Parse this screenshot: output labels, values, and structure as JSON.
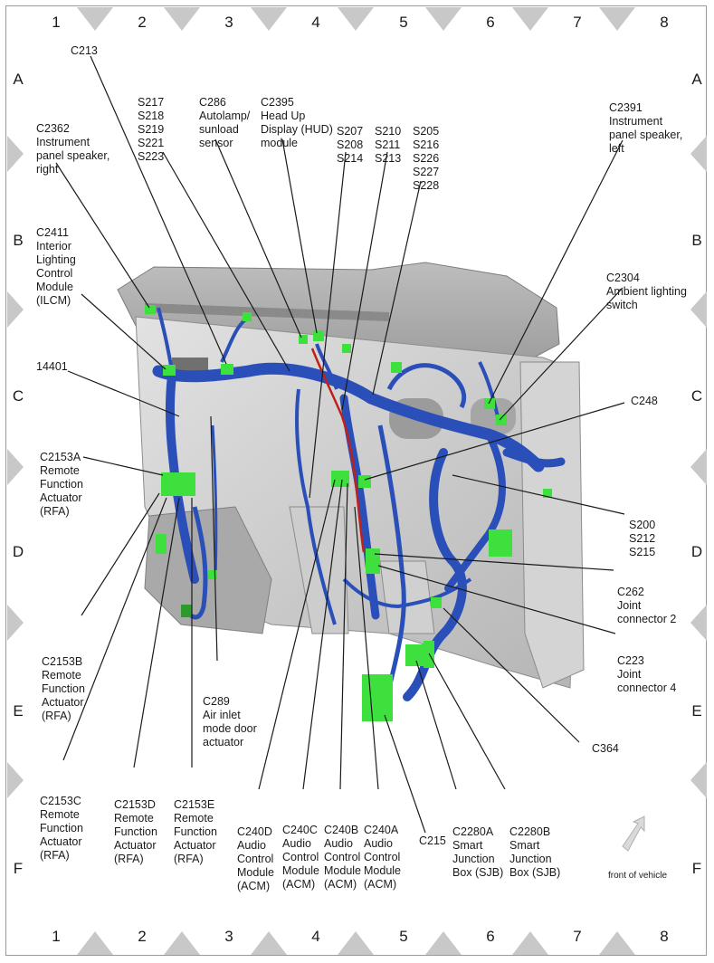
{
  "grid": {
    "columns": [
      "1",
      "2",
      "3",
      "4",
      "5",
      "6",
      "7",
      "8"
    ],
    "rows": [
      "A",
      "B",
      "C",
      "D",
      "E",
      "F"
    ]
  },
  "callouts": {
    "c213": [
      "C213"
    ],
    "c2362": [
      "C2362",
      "Instrument",
      "panel speaker,",
      "right"
    ],
    "s217": [
      "S217",
      "S218",
      "S219",
      "S221",
      "S223"
    ],
    "c286": [
      "C286",
      "Autolamp/",
      "sunload",
      "sensor"
    ],
    "c2395": [
      "C2395",
      "Head Up",
      "Display (HUD)",
      "module"
    ],
    "s207": [
      "S207",
      "S208",
      "S214"
    ],
    "s210": [
      "S210",
      "S211",
      "S213"
    ],
    "s205": [
      "S205",
      "S216",
      "S226",
      "S227",
      "S228"
    ],
    "c2391": [
      "C2391",
      "Instrument",
      "panel speaker,",
      "left"
    ],
    "c2411": [
      "C2411",
      "Interior",
      "Lighting",
      "Control",
      "Module",
      "(ILCM)"
    ],
    "c2304": [
      "C2304",
      "Ambient lighting",
      "switch"
    ],
    "h14401": [
      "14401"
    ],
    "c248": [
      "C248"
    ],
    "c2153a": [
      "C2153A",
      "Remote",
      "Function",
      "Actuator",
      "(RFA)"
    ],
    "s200": [
      "S200",
      "S212",
      "S215"
    ],
    "c262": [
      "C262",
      "Joint",
      "connector 2"
    ],
    "c223": [
      "C223",
      "Joint",
      "connector 4"
    ],
    "c2153b": [
      "C2153B",
      "Remote",
      "Function",
      "Actuator",
      "(RFA)"
    ],
    "c289": [
      "C289",
      "Air inlet",
      "mode door",
      "actuator"
    ],
    "c364": [
      "C364"
    ],
    "c2153c": [
      "C2153C",
      "Remote",
      "Function",
      "Actuator",
      "(RFA)"
    ],
    "c2153d": [
      "C2153D",
      "Remote",
      "Function",
      "Actuator",
      "(RFA)"
    ],
    "c2153e": [
      "C2153E",
      "Remote",
      "Function",
      "Actuator",
      "(RFA)"
    ],
    "c240d": [
      "C240D",
      "Audio",
      "Control",
      "Module",
      "(ACM)"
    ],
    "c240c": [
      "C240C",
      "Audio",
      "Control",
      "Module",
      "(ACM)"
    ],
    "c240b": [
      "C240B",
      "Audio",
      "Control",
      "Module",
      "(ACM)"
    ],
    "c240a": [
      "C240A",
      "Audio",
      "Control",
      "Module",
      "(ACM)"
    ],
    "c215": [
      "C215"
    ],
    "c2280a": [
      "C2280A",
      "Smart",
      "Junction",
      "Box (SJB)"
    ],
    "c2280b": [
      "C2280B",
      "Smart",
      "Junction",
      "Box (SJB)"
    ]
  },
  "front_of_vehicle": "front of vehicle",
  "colors": {
    "harness": "#2a4fb8",
    "harness_dark": "#162f80",
    "connector": "#3ee03e",
    "hud_wire": "#c0201a",
    "panel": "#c9c9c9",
    "panel_dark": "#8f8f8f",
    "grid_triangle": "#c8c8c8"
  }
}
